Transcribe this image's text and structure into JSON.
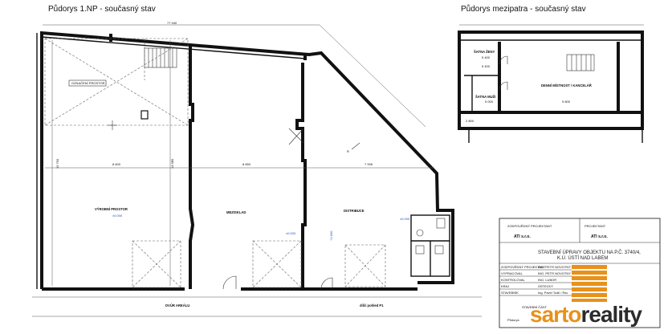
{
  "titles": {
    "ground_floor": "Půdorys 1.NP - současný stav",
    "mezzanine": "Půdorys mezipatra - současný stav"
  },
  "rooms": {
    "production": "VÝROBNÍ PROSTOR",
    "warehouse": "MEZISKLAD",
    "distribution": "DISTRIBUCE",
    "yard": "DVŮR AREÁLU",
    "view": "dílčí pohled P1",
    "changing_women": "ŠATNA ŽENY",
    "changing_men": "ŠATNA MUŽI",
    "day_room": "DENNÍ MÍSTNOST / KANCELÁŘ",
    "note_label": "OZNAČENÍ PROSTOR"
  },
  "dimensions": {
    "total_width": "77 940",
    "w_production": "8 600",
    "w_warehouse": "8 650",
    "w_distribution": "7 935",
    "depth_left": "15 750",
    "depth_mid": "14 980",
    "mz_1": "5 000",
    "mz_2": "5 400",
    "mz_3": "5 400",
    "mz_4": "9 800",
    "mz_5": "2 800"
  },
  "levels": {
    "l1": "±0.000",
    "l2": "±0.000",
    "l3": "+2.600",
    "l4": "±0.000"
  },
  "title_block": {
    "designer_label": "ZODPOVĚDNÝ PROJEKTANT",
    "author_label": "PROJEKTANT",
    "company_short": "ATI s.r.o.",
    "company_short2": "ATI s.r.o.",
    "project_title": "STAVEBNÍ ÚPRAVY OBJEKTU NA P.Č. 3740/4,",
    "project_place": "K.Ú. ÚSTÍ NAD LABEM",
    "rows": [
      {
        "k": "ZODPOVĚDNÝ PROJEKTANT",
        "v": "ING. PETR NOVOTNÝ"
      },
      {
        "k": "VYPRACOVAL",
        "v": "ING. PETR NOVOTNÝ"
      },
      {
        "k": "KONTROLOVAL",
        "v": "ING. LUBOR"
      },
      {
        "k": "KRAJ",
        "v": "ÚSTECKÝ"
      },
      {
        "k": "STAVEBNÍK",
        "v": "Ing. Pavel Tušil / Rsv"
      }
    ],
    "part_label": "STAVEBNÍ ČÁST",
    "drawing_label": "Půdorys"
  },
  "logo": {
    "part_a": "sarto",
    "part_b": "reality",
    "accent": "#e8911b"
  }
}
